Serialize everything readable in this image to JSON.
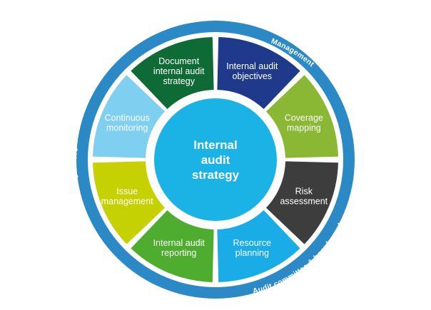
{
  "center": {
    "lines": [
      "Internal",
      "audit",
      "strategy"
    ],
    "color": "#1bb3e6"
  },
  "outer_ring": {
    "color": "#2b8ac6",
    "labels": {
      "top_right": "Management",
      "left": "Regulators",
      "bottom_right": "Audit committee & board members"
    }
  },
  "segments": [
    {
      "id": "internal-audit-objectives",
      "lines": [
        "Internal audit",
        "objectives"
      ],
      "color": "#1f3a8a"
    },
    {
      "id": "coverage-mapping",
      "lines": [
        "Coverage",
        "mapping"
      ],
      "color": "#8ab834"
    },
    {
      "id": "risk-assessment",
      "lines": [
        "Risk",
        "assessment"
      ],
      "color": "#3d3d3d"
    },
    {
      "id": "resource-planning",
      "lines": [
        "Resource",
        "planning"
      ],
      "color": "#1aace6"
    },
    {
      "id": "internal-audit-reporting",
      "lines": [
        "Internal audit",
        "reporting"
      ],
      "color": "#4ead2f"
    },
    {
      "id": "issue-management",
      "lines": [
        "Issue",
        "management"
      ],
      "color": "#c5d100"
    },
    {
      "id": "continuous-monitoring",
      "lines": [
        "Continuous",
        "monitoring"
      ],
      "color": "#7fcff0"
    },
    {
      "id": "document-internal-audit-strategy",
      "lines": [
        "Document",
        "internal audit",
        "strategy"
      ],
      "color": "#0f6b35"
    }
  ]
}
